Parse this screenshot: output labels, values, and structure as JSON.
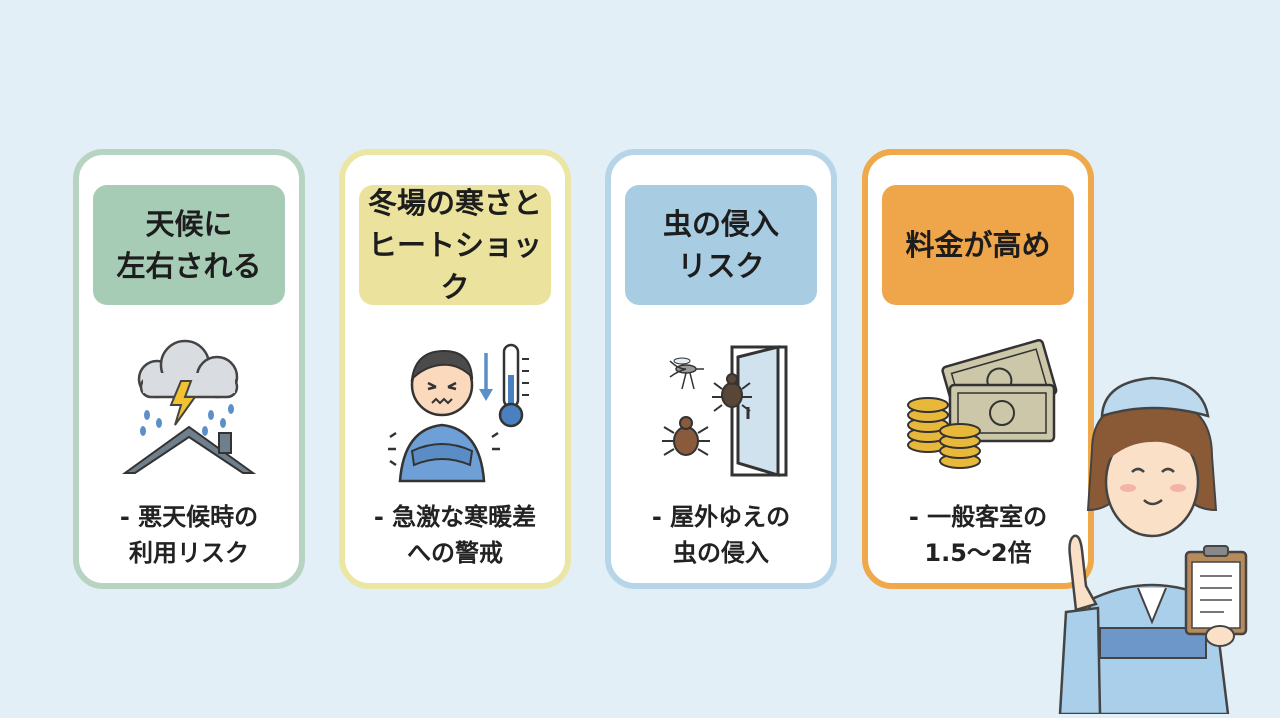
{
  "cards": [
    {
      "title": "天候に\n左右される",
      "text": "- 悪天候時の\n利用リスク",
      "icon": "storm-house-icon",
      "border": "#b7d4c3",
      "header_bg": "#a7ccb5"
    },
    {
      "title": "冬場の寒さと\nヒートショック",
      "text": "- 急激な寒暖差\nへの警戒",
      "icon": "cold-person-thermometer-icon",
      "border": "#ece6a5",
      "header_bg": "#ebe39d"
    },
    {
      "title": "虫の侵入\nリスク",
      "text": "- 屋外ゆえの\n虫の侵入",
      "icon": "insects-door-icon",
      "border": "#b7d5e8",
      "header_bg": "#a8cde3"
    },
    {
      "title": "料金が高め",
      "text": "- 一般客室の\n1.5〜2倍",
      "icon": "money-coins-icon",
      "border": "#efa84a",
      "header_bg": "#efa54a"
    }
  ],
  "character": {
    "icon": "nurse-with-clipboard-icon"
  }
}
